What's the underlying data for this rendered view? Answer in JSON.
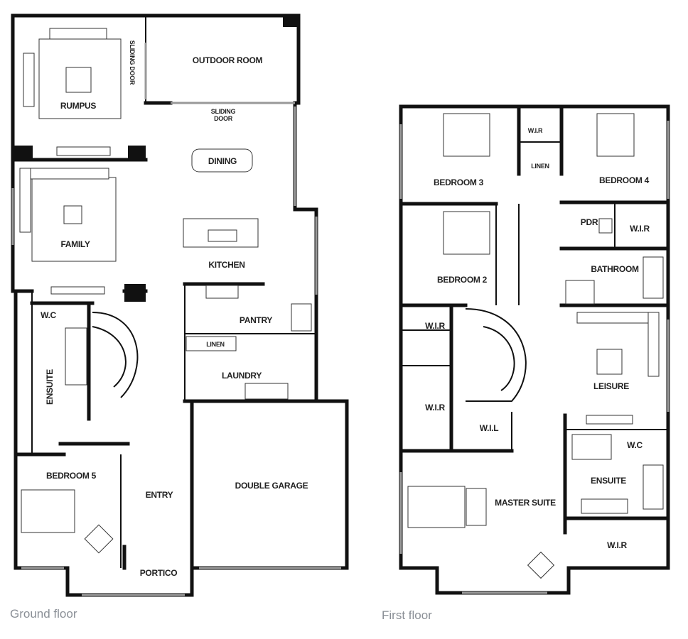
{
  "ground_floor": {
    "caption": "Ground floor",
    "rooms": {
      "outdoor_room": "OUTDOOR ROOM",
      "sliding_door_side": "SLIDING DOOR",
      "rumpus": "RUMPUS",
      "sliding_door_line1": "SLIDING",
      "sliding_door_line2": "DOOR",
      "dining": "DINING",
      "family": "FAMILY",
      "kitchen": "KITCHEN",
      "wc": "W.C",
      "pantry": "PANTRY",
      "linen": "LINEN",
      "laundry": "LAUNDRY",
      "ensuite": "ENSUITE",
      "bedroom_5": "BEDROOM 5",
      "entry": "ENTRY",
      "double_garage": "DOUBLE GARAGE",
      "portico": "PORTICO"
    }
  },
  "first_floor": {
    "caption": "First floor",
    "rooms": {
      "wir_top": "W.I.R",
      "bedroom_3": "BEDROOM 3",
      "linen": "LINEN",
      "bedroom_4": "BEDROOM 4",
      "pdr": "PDR",
      "wir_bed4": "W.I.R",
      "bedroom_2": "BEDROOM 2",
      "bathroom": "BATHROOM",
      "wir_bed2": "W.I.R",
      "leisure": "LEISURE",
      "wir_left": "W.I.R",
      "wil": "W.I.L",
      "wc": "W.C",
      "ensuite": "ENSUITE",
      "master_suite": "MASTER SUITE",
      "wir_master": "W.I.R"
    }
  }
}
